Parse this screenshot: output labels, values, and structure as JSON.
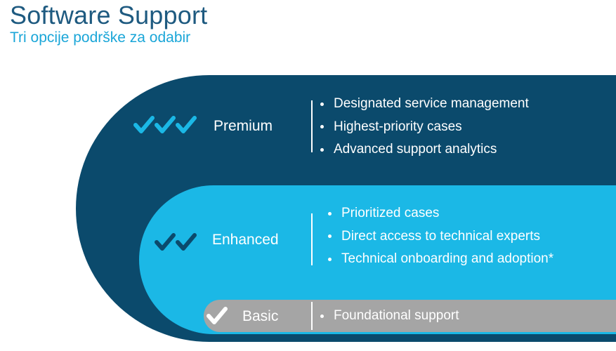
{
  "header": {
    "title": "Software Support",
    "subtitle": "Tri opcije podrške za odabir"
  },
  "tiers": [
    {
      "name": "Premium",
      "checks": 3,
      "color": "#0b4a6c",
      "check_color": "#1bb8e6",
      "features": [
        "Designated service management",
        "Highest-priority cases",
        "Advanced support analytics"
      ]
    },
    {
      "name": "Enhanced",
      "checks": 2,
      "color": "#1bb8e6",
      "check_color": "#0b4a6c",
      "features": [
        "Prioritized cases",
        "Direct access to technical experts",
        "Technical onboarding and adoption*"
      ]
    },
    {
      "name": "Basic",
      "checks": 1,
      "color": "#a5a5a5",
      "check_color": "#ffffff",
      "features": [
        "Foundational support"
      ]
    }
  ],
  "colors": {
    "title": "#1e5a80",
    "subtitle": "#1aa6d8"
  }
}
